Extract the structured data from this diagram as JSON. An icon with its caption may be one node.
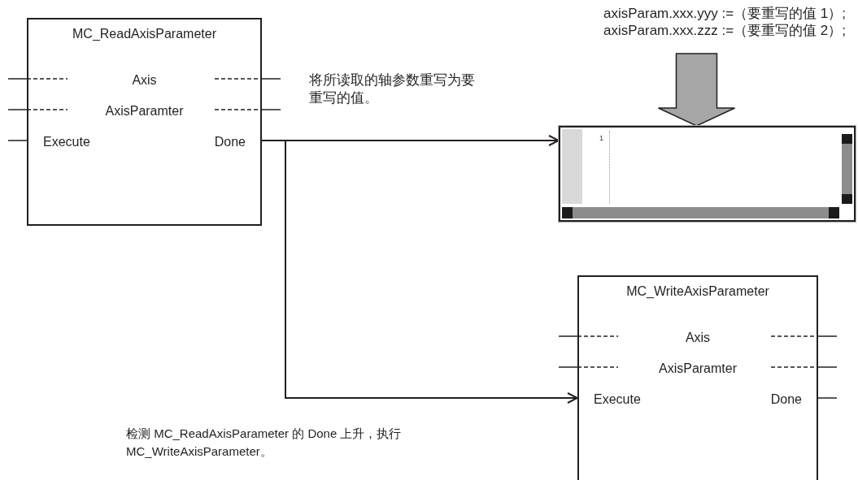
{
  "diagram": {
    "nodes": [
      {
        "text": [
          "MC_ReadAxisParameter",
          "Axis",
          "AxisParamter",
          "Execute",
          "Done"
        ]
      },
      {
        "text": [
          "1"
        ]
      },
      {
        "text": [
          "MC_WriteAxisParameter",
          "Axis",
          "AxisParamter",
          "Execute",
          "Done"
        ]
      },
      {
        "text": [
          "axisParam.xxx.yyy :=（要重写的值 1）;",
          "axisParam.xxx.zzz :=（要重写的值 2）;"
        ]
      }
    ],
    "edges": [
      {
        "from": 0,
        "to": 1,
        "arrow": "to"
      },
      {
        "from": 0,
        "to": 2,
        "arrow": "to"
      },
      {
        "from": 3,
        "to": 1,
        "arrow": "to",
        "style": "thick",
        "color": "#a6a6a6"
      }
    ],
    "labels": [
      "将所读取的轴参数重写为要重写的值。",
      "检测 MC_ReadAxisParameter 的 Done 上升，执行 MC_WriteAxisParameter。"
    ]
  }
}
